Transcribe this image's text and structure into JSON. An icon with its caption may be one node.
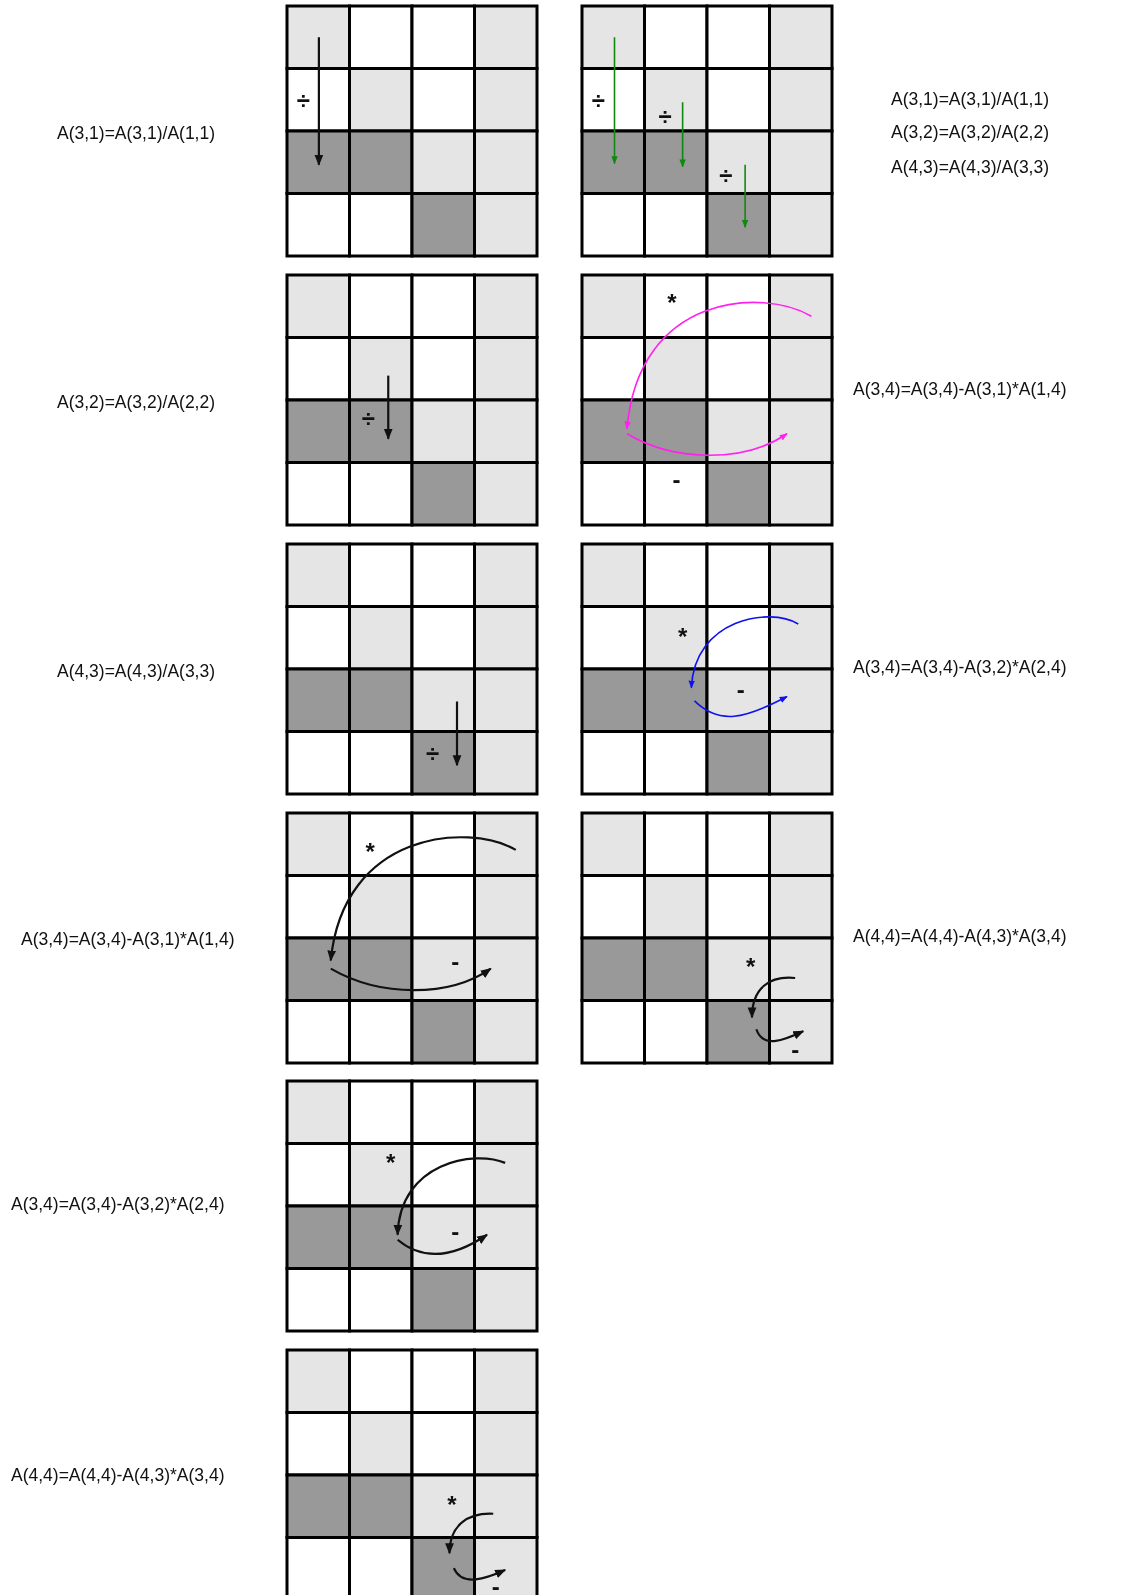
{
  "diagram": {
    "labels": [
      "A(3,1)=A(3,1)/A(1,1)",
      "÷",
      "÷",
      "÷",
      "÷",
      "A(3,1)=A(3,1)/A(1,1)",
      "A(3,2)=A(3,2)/A(2,2)",
      "A(4,3)=A(4,3)/A(3,3)",
      "A(3,2)=A(3,2)/A(2,2)",
      "÷",
      "*",
      "-",
      "A(3,4)=A(3,4)-A(3,1)*A(1,4)",
      "A(4,3)=A(4,3)/A(3,3)",
      "÷",
      "*",
      "-",
      "A(3,4)=A(3,4)-A(3,2)*A(2,4)",
      "A(3,4)=A(3,4)-A(3,1)*A(1,4)",
      "*",
      "-",
      "*",
      "-",
      "A(4,4)=A(4,4)-A(4,3)*A(3,4)",
      "A(3,4)=A(3,4)-A(3,2)*A(2,4)",
      "*",
      "-",
      "A(4,4)=A(4,4)-A(4,3)*A(3,4)",
      "*",
      "-"
    ]
  }
}
